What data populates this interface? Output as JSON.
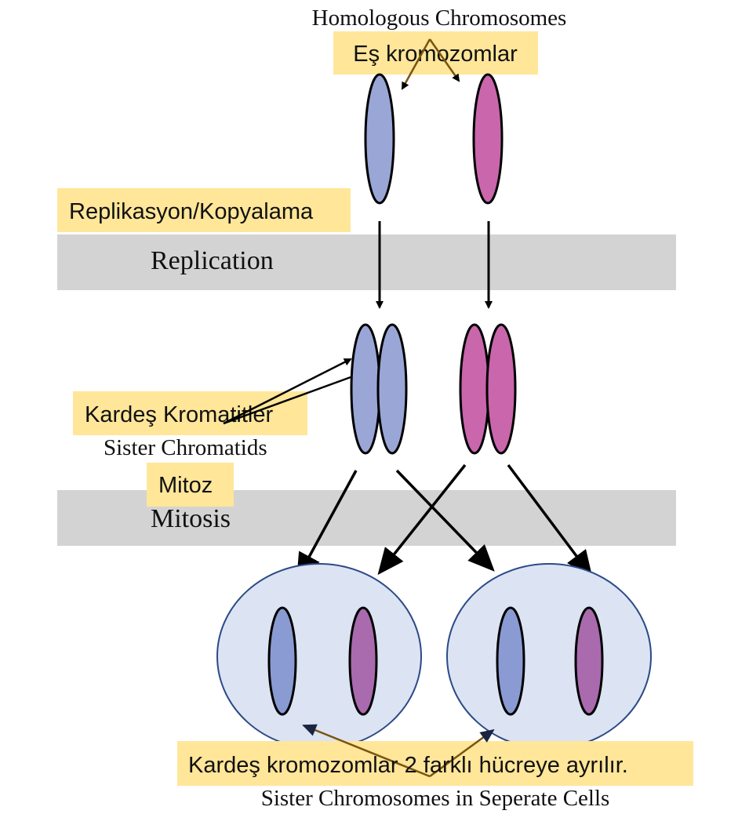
{
  "labels": {
    "homologous_en": "Homologous Chromosomes",
    "homologous_tr": "Eş kromozomlar",
    "replication_tr": "Replikasyon/Kopyalama",
    "replication_en": "Replication",
    "sister_chromatids_tr": "Kardeş Kromatitler",
    "sister_chromatids_en": "Sister Chromatids",
    "mitosis_tr": "Mitoz",
    "mitosis_en": "Mitosis",
    "separate_cells_tr": "Kardeş kromozomlar 2 farklı hücreye ayrılır.",
    "separate_cells_en": "Sister Chromosomes in Seperate Cells"
  },
  "colors": {
    "blue_chromosome": "#9aa6d6",
    "pink_chromosome": "#c966ac",
    "blue_in_cell": "#8a9ad2",
    "pink_in_cell": "#a96aae",
    "cell_fill": "#dce3f3",
    "cell_stroke": "#2b4a86",
    "band": "#d3d3d3",
    "highlight": "#ffe699",
    "annotation_arrow": "#6b4a10"
  }
}
